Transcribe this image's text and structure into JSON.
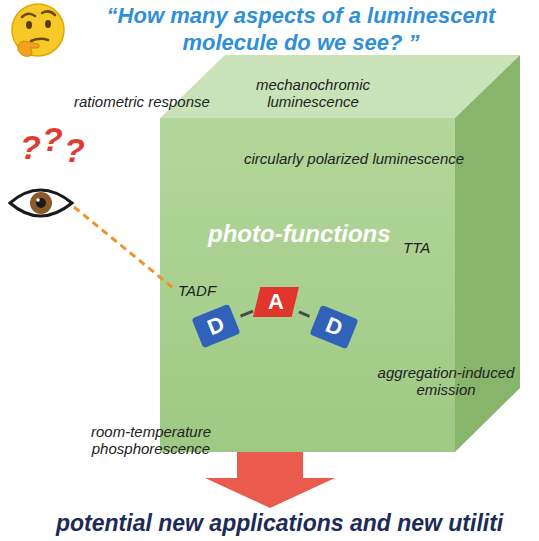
{
  "diagram": {
    "title": "“How many aspects of a luminescent molecule do we see? ”",
    "nodes": [
      {
        "text": [
          "D"
        ]
      },
      {
        "text": [
          "A"
        ]
      },
      {
        "text": [
          "D"
        ]
      }
    ],
    "edges": [
      {
        "from": 0,
        "to": 1,
        "arrow": "none"
      },
      {
        "from": 1,
        "to": 2,
        "arrow": "none"
      }
    ],
    "labels": [
      "mechanochromic luminescence",
      "ratiometric response",
      "circularly polarized luminescence",
      "photo-functions",
      "TADF",
      "TTA",
      "aggregation-induced emission",
      "room-temperature phosphorescence",
      "?",
      "?",
      "?",
      "potential new applications and new utiliti"
    ]
  }
}
